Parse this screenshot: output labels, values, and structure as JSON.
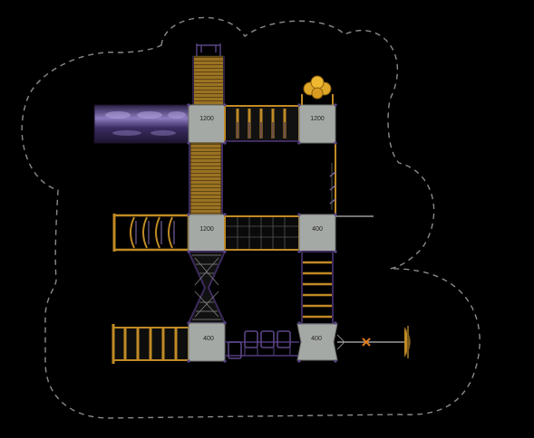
{
  "diagram": {
    "safety_zone": "dashed",
    "decks": [
      {
        "id": "deck-top-left",
        "height_label": "1200"
      },
      {
        "id": "deck-top-right",
        "height_label": "1200"
      },
      {
        "id": "deck-mid-left",
        "height_label": "1200"
      },
      {
        "id": "deck-mid-right",
        "height_label": "400"
      },
      {
        "id": "deck-bottom-left",
        "height_label": "400"
      },
      {
        "id": "deck-bottom-right",
        "height_label": "400"
      }
    ],
    "colors": {
      "deck": "#a5a9a6",
      "wood": "#c08a25",
      "wood_dark": "#7a5a1c",
      "purple": "#3d2b5e",
      "purple_light": "#8a73b8",
      "orange": "#e08a1a",
      "boundary": "#8a8a8a"
    }
  }
}
